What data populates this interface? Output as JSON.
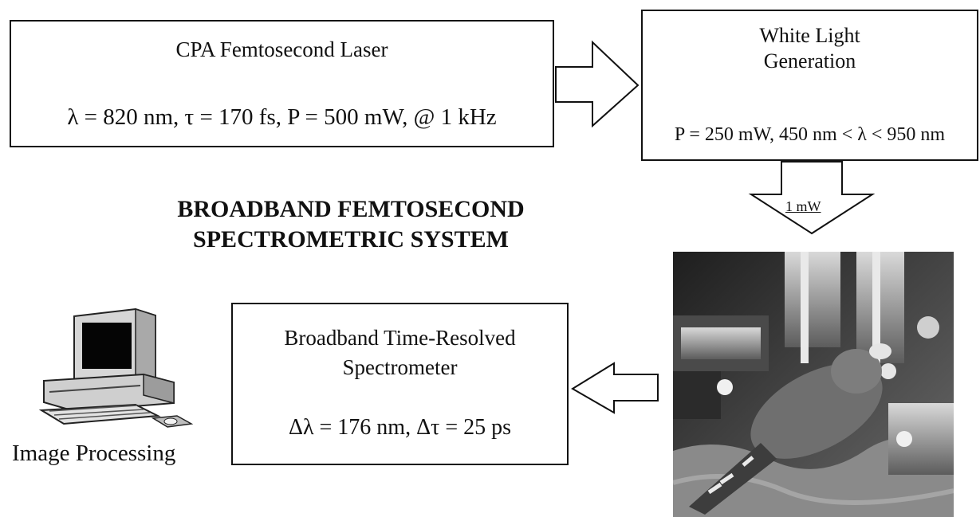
{
  "diagram": {
    "title_line1": "BROADBAND FEMTOSECOND",
    "title_line2": "SPECTROMETRIC SYSTEM",
    "laser": {
      "title": "CPA Femtosecond Laser",
      "specs": "λ = 820 nm, τ = 170 fs, P = 500 mW, @ 1 kHz"
    },
    "white_light": {
      "title_line1": "White Light",
      "title_line2": "Generation",
      "specs": "P = 250 mW, 450 nm < λ < 950 nm"
    },
    "beam_power": "1 mW",
    "spectrometer": {
      "title_line1": "Broadband Time-Resolved",
      "title_line2": "Spectrometer",
      "specs": "Δλ = 176 nm, Δτ = 25 ps"
    },
    "computer_label": "Image Processing"
  }
}
